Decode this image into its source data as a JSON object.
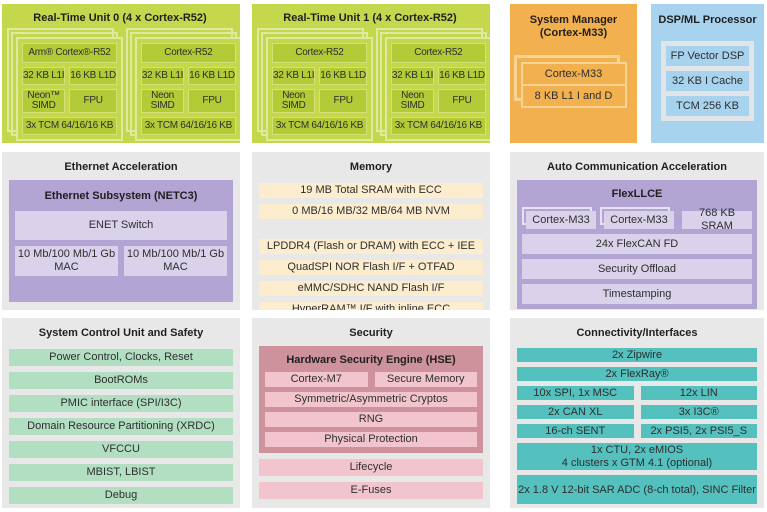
{
  "diagram": {
    "rtu0": {
      "title": "Real-Time Unit 0 (4 x Cortex-R52)",
      "cores": [
        {
          "name": "Arm® Cortex®-R52",
          "l1i": "32 KB L1I",
          "l1d": "16 KB L1D",
          "simd": "Neon™ SIMD",
          "fpu": "FPU",
          "tcm": "3x TCM 64/16/16 KB"
        },
        {
          "name": "Cortex-R52",
          "l1i": "32 KB L1I",
          "l1d": "16 KB L1D",
          "simd": "Neon SIMD",
          "fpu": "FPU",
          "tcm": "3x TCM 64/16/16 KB"
        }
      ]
    },
    "rtu1": {
      "title": "Real-Time Unit 1 (4 x Cortex-R52)",
      "cores": [
        {
          "name": "Cortex-R52",
          "l1i": "32 KB L1I",
          "l1d": "16 KB L1D",
          "simd": "Neon SIMD",
          "fpu": "FPU",
          "tcm": "3x TCM 64/16/16 KB"
        },
        {
          "name": "Cortex-R52",
          "l1i": "32 KB L1I",
          "l1d": "16 KB L1D",
          "simd": "Neon SIMD",
          "fpu": "FPU",
          "tcm": "3x TCM 64/16/16 KB"
        }
      ]
    },
    "system_manager": {
      "title": "System Manager (Cortex-M33)",
      "cells": [
        "Cortex-M33",
        "8 KB L1 I and D"
      ]
    },
    "dsp_ml": {
      "title": "DSP/ML Processor",
      "cells": [
        "FP Vector DSP",
        "32 KB I Cache",
        "TCM 256 KB"
      ]
    },
    "ethernet": {
      "title": "Ethernet Acceleration",
      "subsystem_title": "Ethernet Subsystem (NETC3)",
      "switch": "ENET Switch",
      "macs": [
        "10 Mb/100 Mb/1 Gb MAC",
        "10 Mb/100 Mb/1 Gb MAC"
      ]
    },
    "memory": {
      "title": "Memory",
      "rows_top": [
        "19 MB Total SRAM with ECC",
        "0 MB/16 MB/32 MB/64 MB NVM"
      ],
      "rows_bottom": [
        "LPDDR4 (Flash or DRAM) with ECC + IEE",
        "QuadSPI NOR Flash I/F + OTFAD",
        "eMMC/SDHC NAND Flash I/F",
        "HyperRAM™ I/F with inline ECC"
      ]
    },
    "auto_comm": {
      "title": "Auto Communication Acceleration",
      "flexllce_title": "FlexLLCE",
      "cores": [
        "Cortex-M33",
        "Cortex-M33"
      ],
      "sram": "768 KB SRAM",
      "rows": [
        "24x FlexCAN FD",
        "Security Offload",
        "Timestamping"
      ]
    },
    "scu": {
      "title": "System Control Unit and Safety",
      "rows": [
        "Power Control, Clocks, Reset",
        "BootROMs",
        "PMIC interface (SPI/I3C)",
        "Domain Resource Partitioning (XRDC)",
        "VFCCU",
        "MBIST, LBIST",
        "Debug"
      ]
    },
    "security": {
      "title": "Security",
      "hse_title": "Hardware Security Engine (HSE)",
      "hse_pair": [
        "Cortex-M7",
        "Secure Memory"
      ],
      "hse_rows": [
        "Symmetric/Asymmetric Cryptos",
        "RNG",
        "Physical Protection"
      ],
      "rows": [
        "Lifecycle",
        "E-Fuses"
      ]
    },
    "connectivity": {
      "title": "Connectivity/Interfaces",
      "full_rows": [
        "2x Zipwire",
        "2x FlexRay®"
      ],
      "pairs": [
        [
          "10x SPI, 1x MSC",
          "12x LIN"
        ],
        [
          "2x CAN XL",
          "3x I3C®"
        ],
        [
          "16-ch SENT",
          "2x PSI5, 2x PSI5_S"
        ]
      ],
      "ctu_lines": [
        "1x CTU, 2x eMIOS",
        "4 clusters x GTM 4.1 (optional)"
      ],
      "adc": "2x 1.8 V 12-bit SAR ADC (8-ch total), SINC Filter"
    },
    "colors": {
      "lime": "#c5d84d",
      "lime_cell": "#b3cb37",
      "orange": "#f2b14e",
      "blue": "#a8d3ee",
      "purple": "#b2a5d3",
      "purple_light": "#dad2ea",
      "cream": "#fcedcf",
      "green": "#b2dfc1",
      "rose": "#cd929b",
      "pink": "#f2c5ce",
      "teal": "#54c1be",
      "gray": "#e8e8e9"
    }
  }
}
